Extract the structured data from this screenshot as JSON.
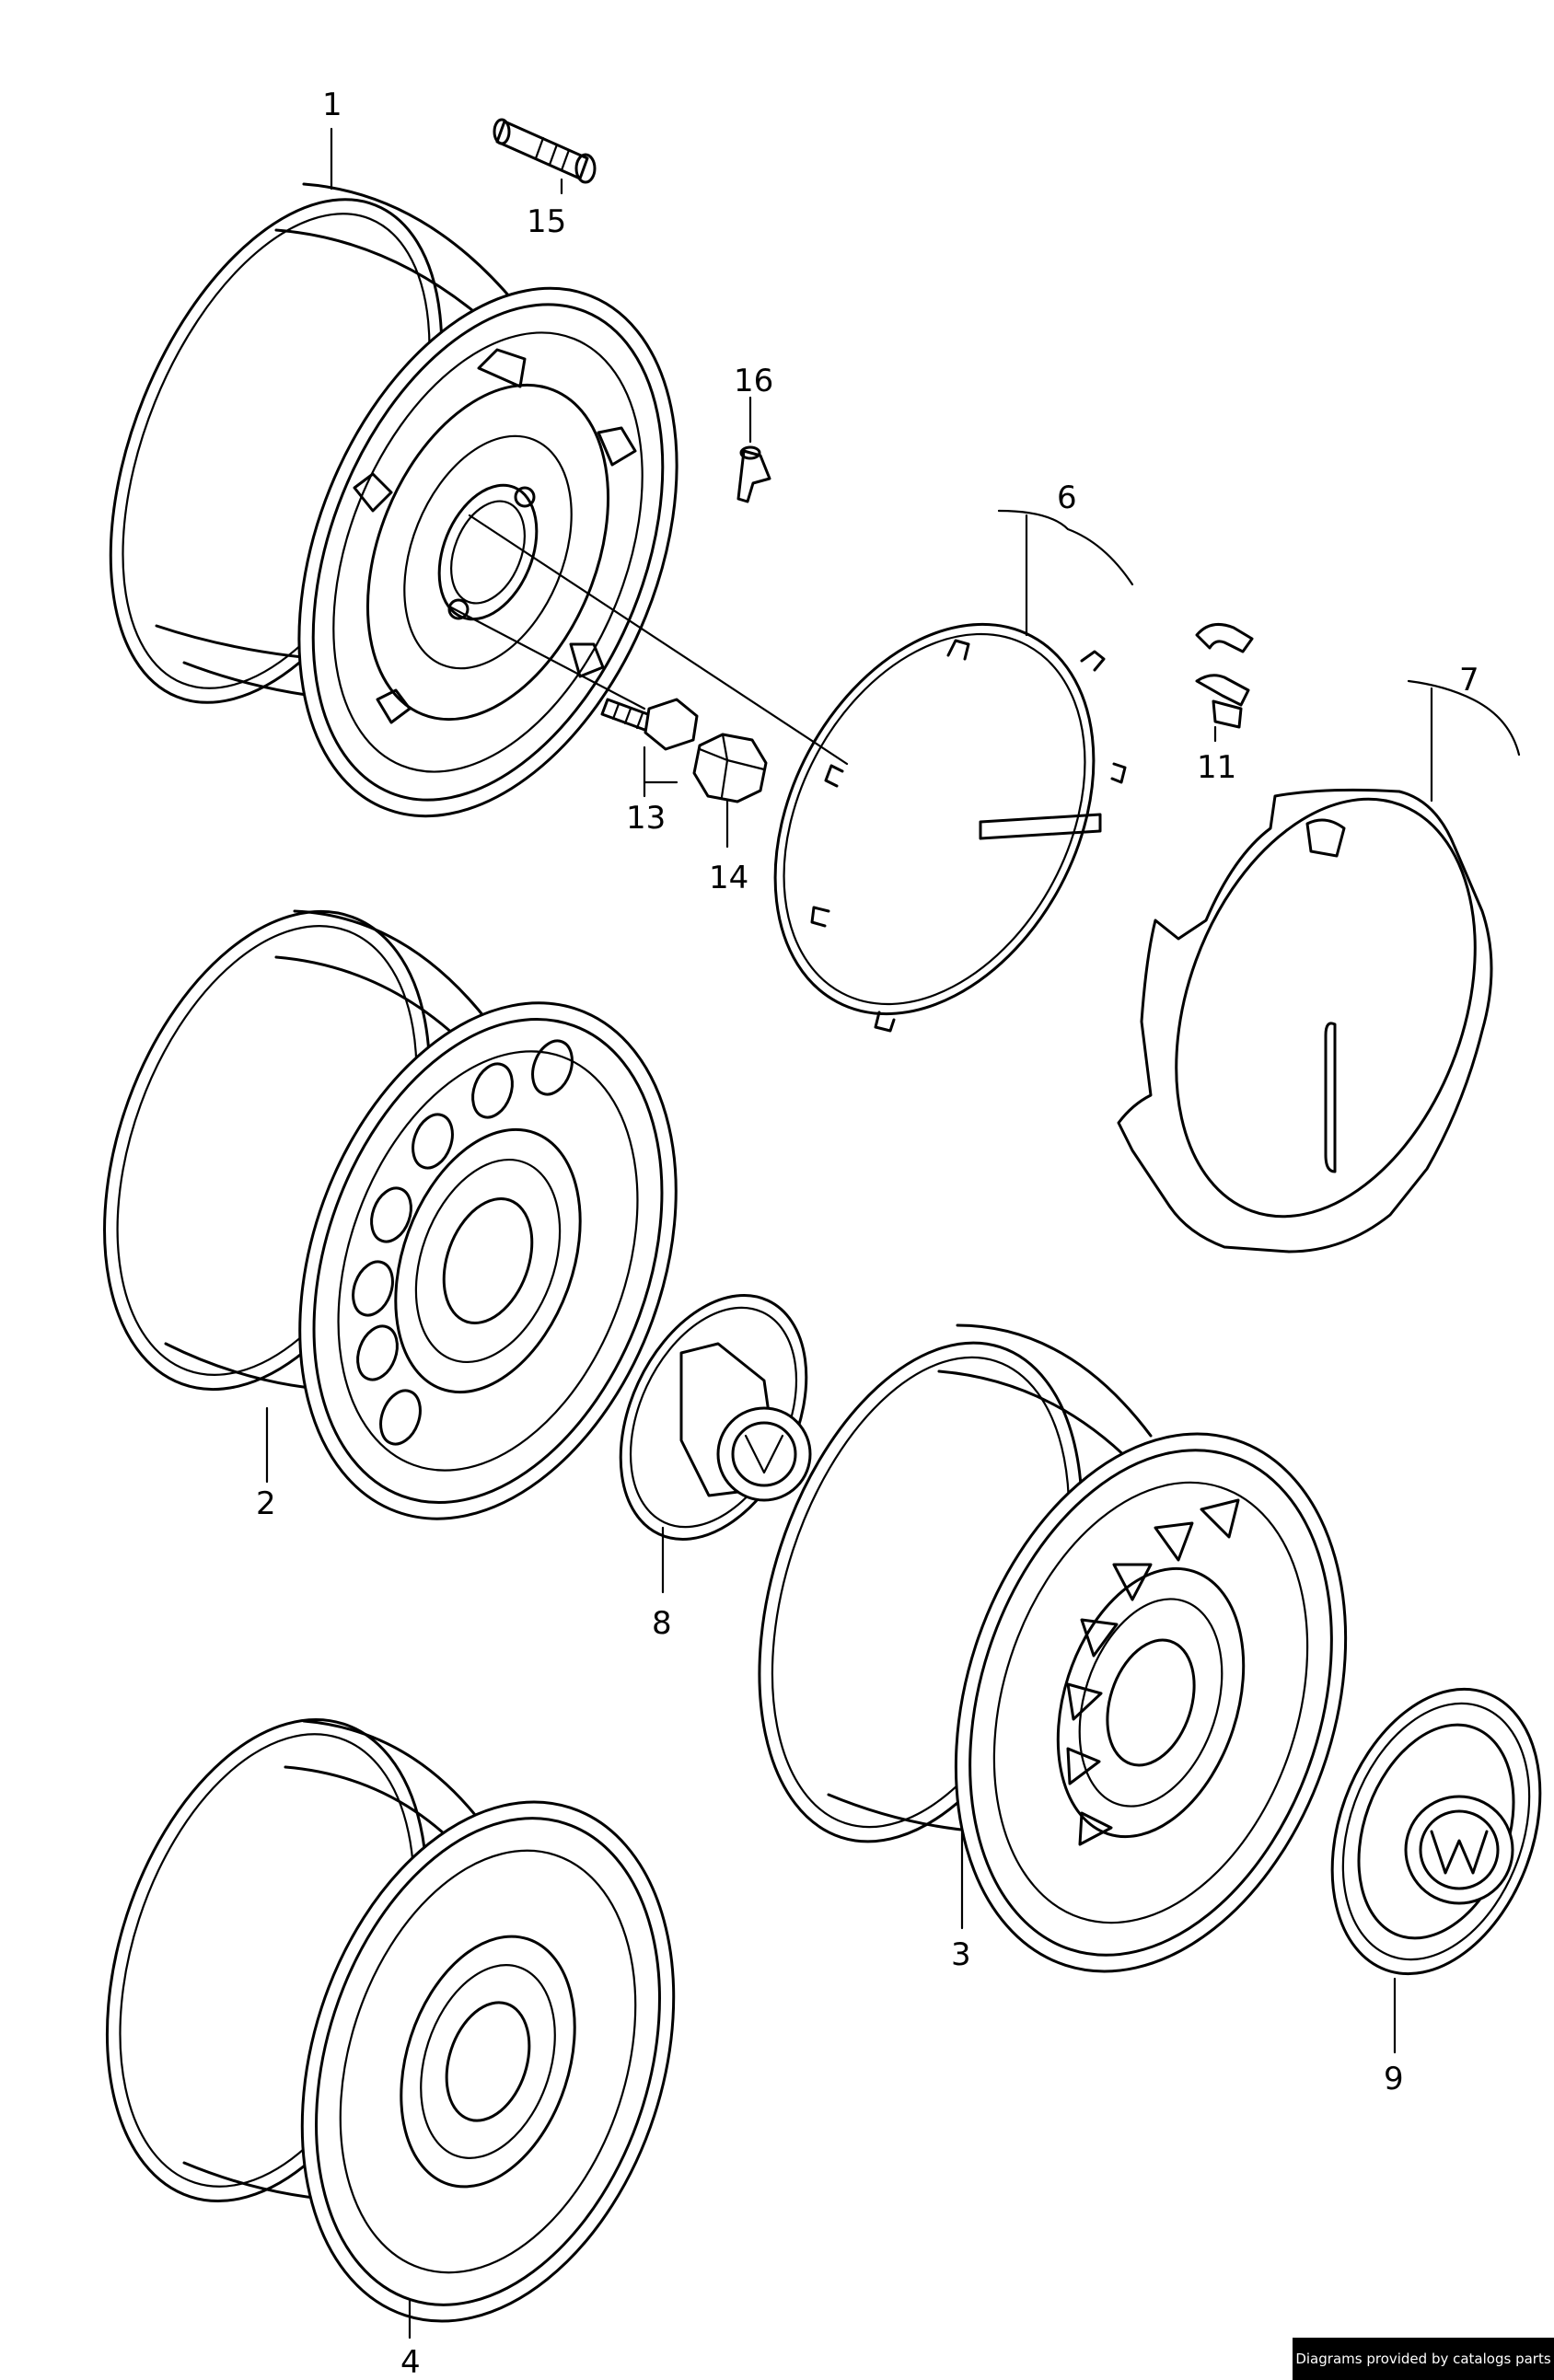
{
  "callouts": {
    "c1": "1",
    "c2": "2",
    "c3": "3",
    "c4": "4",
    "c6": "6",
    "c7": "7",
    "c8": "8",
    "c9": "9",
    "c11": "11",
    "c13": "13",
    "c14": "14",
    "c15": "15",
    "c16": "16"
  },
  "footer": {
    "credit": "Diagrams provided by catalogs parts"
  }
}
